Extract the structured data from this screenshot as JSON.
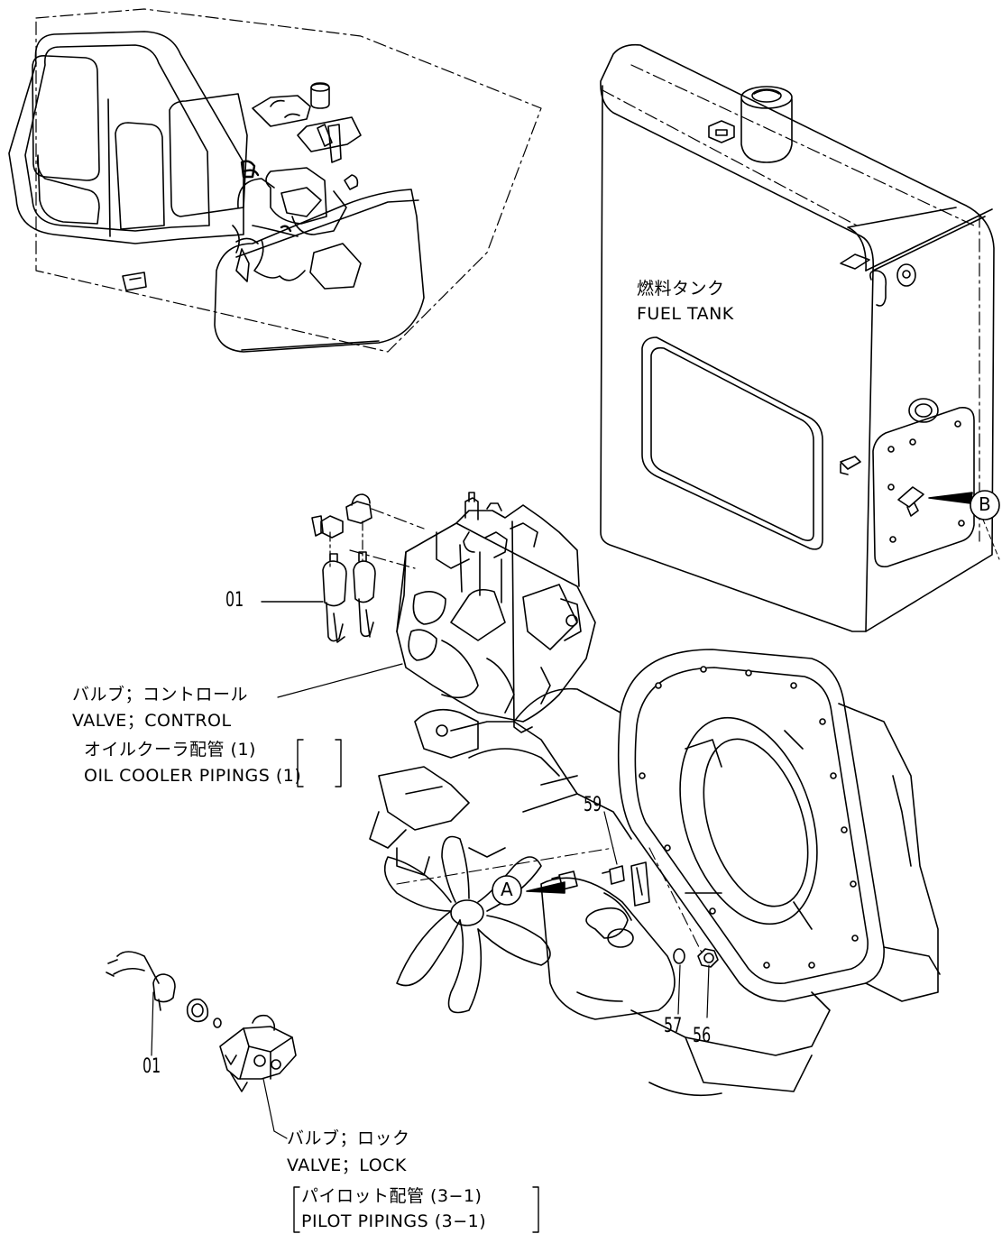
{
  "labels": {
    "fuel_tank_jp": "燃料タンク",
    "fuel_tank_en": "FUEL TANK",
    "control_valve_jp": "バルブ；コントロール",
    "control_valve_en": "VALVE；CONTROL",
    "oil_cooler_jp": "オイルクーラ配管 (1)",
    "oil_cooler_en": "OIL COOLER PIPINGS (1)",
    "lock_valve_jp": "バルブ；ロック",
    "lock_valve_en": "VALVE；LOCK",
    "pilot_jp": "パイロット配管 (3−1)",
    "pilot_en": "PILOT PIPINGS (3−1)"
  },
  "part_numbers": {
    "p01_upper": "01",
    "p01_lower": "01",
    "p59": "59",
    "p57": "57",
    "p56": "56"
  },
  "callouts": {
    "a": "A",
    "b": "B"
  }
}
